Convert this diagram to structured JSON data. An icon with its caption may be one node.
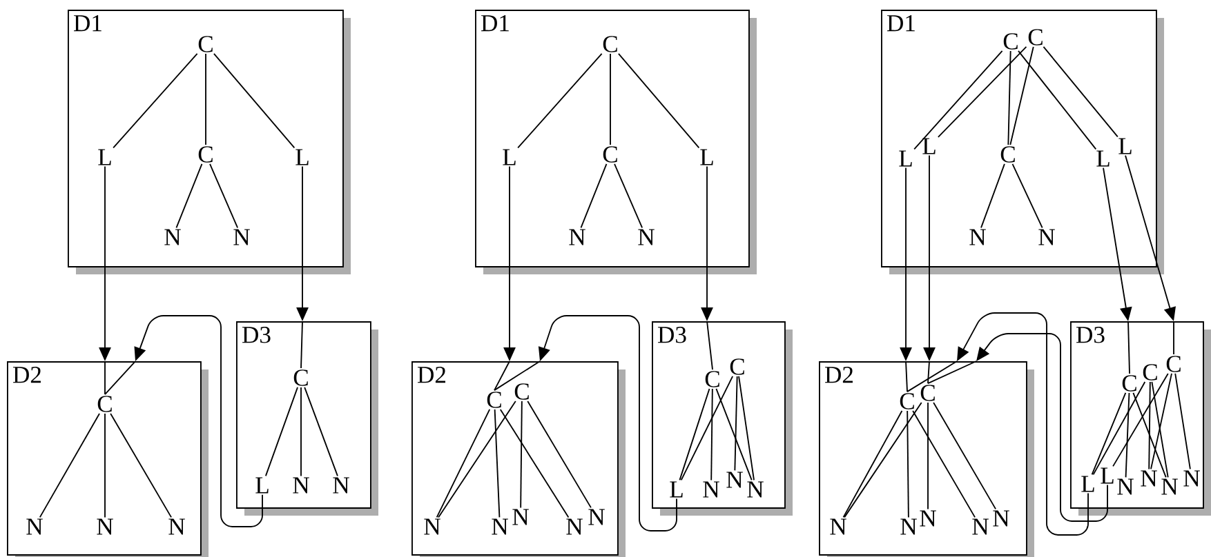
{
  "diagram": {
    "nodes": [
      {
        "text": [
          "D1"
        ]
      },
      {
        "text": [
          "C"
        ],
        "in": 0
      },
      {
        "text": [
          "L"
        ],
        "in": 0
      },
      {
        "text": [
          "C"
        ],
        "in": 0
      },
      {
        "text": [
          "L"
        ],
        "in": 0
      },
      {
        "text": [
          "N"
        ],
        "in": 0
      },
      {
        "text": [
          "N"
        ],
        "in": 0
      },
      {
        "text": [
          "D2"
        ]
      },
      {
        "text": [
          "C"
        ],
        "in": 7
      },
      {
        "text": [
          "N"
        ],
        "in": 7
      },
      {
        "text": [
          "N"
        ],
        "in": 7
      },
      {
        "text": [
          "N"
        ],
        "in": 7
      },
      {
        "text": [
          "D3"
        ]
      },
      {
        "text": [
          "C"
        ],
        "in": 12
      },
      {
        "text": [
          "L"
        ],
        "in": 12
      },
      {
        "text": [
          "N"
        ],
        "in": 12
      },
      {
        "text": [
          "N"
        ],
        "in": 12
      },
      {
        "text": [
          "D1"
        ]
      },
      {
        "text": [
          "C"
        ],
        "in": 17
      },
      {
        "text": [
          "L"
        ],
        "in": 17
      },
      {
        "text": [
          "C"
        ],
        "in": 17
      },
      {
        "text": [
          "L"
        ],
        "in": 17
      },
      {
        "text": [
          "N"
        ],
        "in": 17
      },
      {
        "text": [
          "N"
        ],
        "in": 17
      },
      {
        "text": [
          "D2"
        ]
      },
      {
        "text": [
          "C"
        ],
        "in": 24
      },
      {
        "text": [
          "C"
        ],
        "in": 24
      },
      {
        "text": [
          "N"
        ],
        "in": 24
      },
      {
        "text": [
          "N"
        ],
        "in": 24
      },
      {
        "text": [
          "N"
        ],
        "in": 24
      },
      {
        "text": [
          "N"
        ],
        "in": 24
      },
      {
        "text": [
          "N"
        ],
        "in": 24
      },
      {
        "text": [
          "D3"
        ]
      },
      {
        "text": [
          "C"
        ],
        "in": 32
      },
      {
        "text": [
          "C"
        ],
        "in": 32
      },
      {
        "text": [
          "L"
        ],
        "in": 32
      },
      {
        "text": [
          "N"
        ],
        "in": 32
      },
      {
        "text": [
          "N"
        ],
        "in": 32
      },
      {
        "text": [
          "N"
        ],
        "in": 32
      },
      {
        "text": [
          "D1"
        ]
      },
      {
        "text": [
          "C"
        ],
        "in": 39
      },
      {
        "text": [
          "C"
        ],
        "in": 39
      },
      {
        "text": [
          "L"
        ],
        "in": 39
      },
      {
        "text": [
          "L"
        ],
        "in": 39
      },
      {
        "text": [
          "C"
        ],
        "in": 39
      },
      {
        "text": [
          "L"
        ],
        "in": 39
      },
      {
        "text": [
          "L"
        ],
        "in": 39
      },
      {
        "text": [
          "N"
        ],
        "in": 39
      },
      {
        "text": [
          "N"
        ],
        "in": 39
      },
      {
        "text": [
          "D2"
        ]
      },
      {
        "text": [
          "C"
        ],
        "in": 49
      },
      {
        "text": [
          "C"
        ],
        "in": 49
      },
      {
        "text": [
          "N"
        ],
        "in": 49
      },
      {
        "text": [
          "N"
        ],
        "in": 49
      },
      {
        "text": [
          "N"
        ],
        "in": 49
      },
      {
        "text": [
          "N"
        ],
        "in": 49
      },
      {
        "text": [
          "N"
        ],
        "in": 49
      },
      {
        "text": [
          "D3"
        ]
      },
      {
        "text": [
          "C"
        ],
        "in": 57
      },
      {
        "text": [
          "C"
        ],
        "in": 57
      },
      {
        "text": [
          "C"
        ],
        "in": 57
      },
      {
        "text": [
          "L"
        ],
        "in": 57
      },
      {
        "text": [
          "L"
        ],
        "in": 57
      },
      {
        "text": [
          "N"
        ],
        "in": 57
      },
      {
        "text": [
          "N"
        ],
        "in": 57
      },
      {
        "text": [
          "N"
        ],
        "in": 57
      },
      {
        "text": [
          "N"
        ],
        "in": 57
      }
    ],
    "edges": [
      {
        "from": 1,
        "to": 2,
        "arrow": "none"
      },
      {
        "from": 1,
        "to": 3,
        "arrow": "none"
      },
      {
        "from": 1,
        "to": 4,
        "arrow": "none"
      },
      {
        "from": 3,
        "to": 5,
        "arrow": "none"
      },
      {
        "from": 3,
        "to": 6,
        "arrow": "none"
      },
      {
        "from": 2,
        "to": 7,
        "arrow": "to"
      },
      {
        "from": 4,
        "to": 12,
        "arrow": "to"
      },
      {
        "from": 8,
        "to": 9,
        "arrow": "none"
      },
      {
        "from": 8,
        "to": 10,
        "arrow": "none"
      },
      {
        "from": 8,
        "to": 11,
        "arrow": "none"
      },
      {
        "from": 13,
        "to": 14,
        "arrow": "none"
      },
      {
        "from": 13,
        "to": 15,
        "arrow": "none"
      },
      {
        "from": 13,
        "to": 16,
        "arrow": "none"
      },
      {
        "from": 14,
        "to": 7,
        "arrow": "to"
      },
      {
        "from": 18,
        "to": 19,
        "arrow": "none"
      },
      {
        "from": 18,
        "to": 20,
        "arrow": "none"
      },
      {
        "from": 18,
        "to": 21,
        "arrow": "none"
      },
      {
        "from": 20,
        "to": 22,
        "arrow": "none"
      },
      {
        "from": 20,
        "to": 23,
        "arrow": "none"
      },
      {
        "from": 19,
        "to": 24,
        "arrow": "to"
      },
      {
        "from": 21,
        "to": 32,
        "arrow": "to"
      },
      {
        "from": 25,
        "to": 27,
        "arrow": "none"
      },
      {
        "from": 25,
        "to": 28,
        "arrow": "none"
      },
      {
        "from": 25,
        "to": 30,
        "arrow": "none"
      },
      {
        "from": 26,
        "to": 27,
        "arrow": "none"
      },
      {
        "from": 26,
        "to": 29,
        "arrow": "none"
      },
      {
        "from": 26,
        "to": 31,
        "arrow": "none"
      },
      {
        "from": 33,
        "to": 35,
        "arrow": "none"
      },
      {
        "from": 33,
        "to": 36,
        "arrow": "none"
      },
      {
        "from": 33,
        "to": 38,
        "arrow": "none"
      },
      {
        "from": 34,
        "to": 35,
        "arrow": "none"
      },
      {
        "from": 34,
        "to": 37,
        "arrow": "none"
      },
      {
        "from": 34,
        "to": 38,
        "arrow": "none"
      },
      {
        "from": 35,
        "to": 24,
        "arrow": "to"
      },
      {
        "from": 40,
        "to": 42,
        "arrow": "none"
      },
      {
        "from": 40,
        "to": 44,
        "arrow": "none"
      },
      {
        "from": 40,
        "to": 45,
        "arrow": "none"
      },
      {
        "from": 41,
        "to": 43,
        "arrow": "none"
      },
      {
        "from": 41,
        "to": 44,
        "arrow": "none"
      },
      {
        "from": 41,
        "to": 46,
        "arrow": "none"
      },
      {
        "from": 44,
        "to": 47,
        "arrow": "none"
      },
      {
        "from": 44,
        "to": 48,
        "arrow": "none"
      },
      {
        "from": 42,
        "to": 49,
        "arrow": "to"
      },
      {
        "from": 43,
        "to": 49,
        "arrow": "to"
      },
      {
        "from": 45,
        "to": 57,
        "arrow": "to"
      },
      {
        "from": 46,
        "to": 57,
        "arrow": "to"
      },
      {
        "from": 50,
        "to": 52,
        "arrow": "none"
      },
      {
        "from": 50,
        "to": 53,
        "arrow": "none"
      },
      {
        "from": 50,
        "to": 55,
        "arrow": "none"
      },
      {
        "from": 51,
        "to": 52,
        "arrow": "none"
      },
      {
        "from": 51,
        "to": 54,
        "arrow": "none"
      },
      {
        "from": 51,
        "to": 56,
        "arrow": "none"
      },
      {
        "from": 58,
        "to": 61,
        "arrow": "none"
      },
      {
        "from": 58,
        "to": 63,
        "arrow": "none"
      },
      {
        "from": 58,
        "to": 65,
        "arrow": "none"
      },
      {
        "from": 59,
        "to": 61,
        "arrow": "none"
      },
      {
        "from": 59,
        "to": 64,
        "arrow": "none"
      },
      {
        "from": 59,
        "to": 65,
        "arrow": "none"
      },
      {
        "from": 60,
        "to": 62,
        "arrow": "none"
      },
      {
        "from": 60,
        "to": 64,
        "arrow": "none"
      },
      {
        "from": 60,
        "to": 66,
        "arrow": "none"
      },
      {
        "from": 61,
        "to": 49,
        "arrow": "to"
      },
      {
        "from": 62,
        "to": 49,
        "arrow": "to"
      },
      {
        "from": 7,
        "to": 8,
        "arrow": "none"
      },
      {
        "from": 12,
        "to": 13,
        "arrow": "none"
      },
      {
        "from": 7,
        "to": 8,
        "arrow": "none"
      },
      {
        "from": 24,
        "to": 25,
        "arrow": "none"
      },
      {
        "from": 32,
        "to": 33,
        "arrow": "none"
      },
      {
        "from": 24,
        "to": 25,
        "arrow": "none"
      },
      {
        "from": 49,
        "to": 50,
        "arrow": "none"
      },
      {
        "from": 49,
        "to": 51,
        "arrow": "none"
      },
      {
        "from": 57,
        "to": 58,
        "arrow": "none"
      },
      {
        "from": 57,
        "to": 60,
        "arrow": "none"
      },
      {
        "from": 49,
        "to": 50,
        "arrow": "none"
      },
      {
        "from": 49,
        "to": 51,
        "arrow": "none"
      }
    ]
  }
}
